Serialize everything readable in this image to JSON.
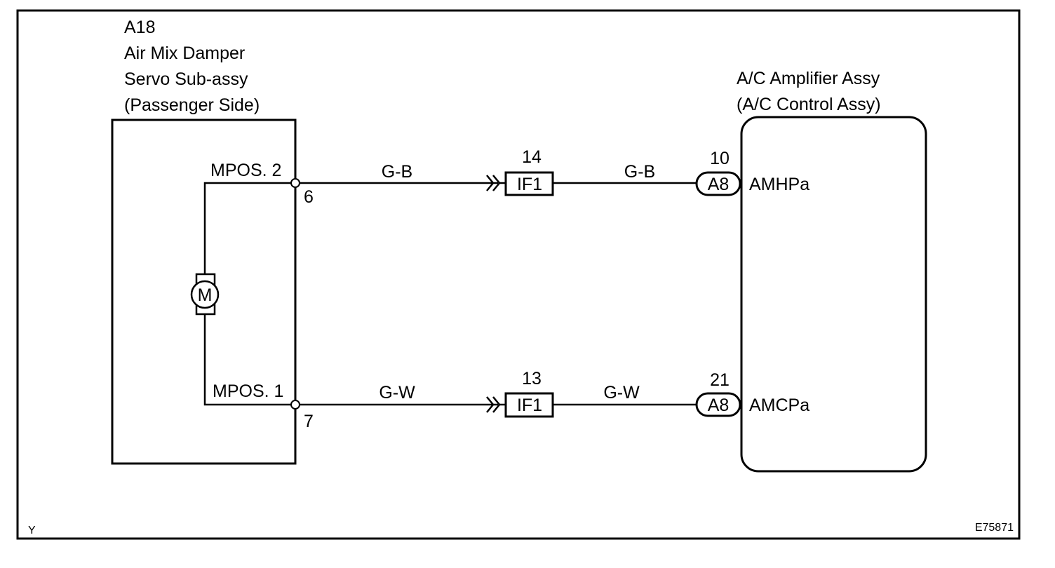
{
  "servo": {
    "code": "A18",
    "name_line1": "Air Mix Damper",
    "name_line2": "Servo Sub-assy",
    "name_line3": "(Passenger Side)",
    "motor_symbol": "M",
    "pin_mpos2_label": "MPOS. 2",
    "pin_mpos2_number": "6",
    "pin_mpos1_label": "MPOS. 1",
    "pin_mpos1_number": "7"
  },
  "amplifier": {
    "name_line1": "A/C Amplifier Assy",
    "name_line2": "(A/C Control Assy)",
    "pin_top_number": "10",
    "pin_top_connector": "A8",
    "pin_top_signal": "AMHPa",
    "pin_bottom_number": "21",
    "pin_bottom_connector": "A8",
    "pin_bottom_signal": "AMCPa"
  },
  "wires": {
    "top_left_color": "G-B",
    "top_right_color": "G-B",
    "bottom_left_color": "G-W",
    "bottom_right_color": "G-W"
  },
  "junctions": {
    "top_connector": "IF1",
    "top_pin": "14",
    "bottom_connector": "IF1",
    "bottom_pin": "13"
  },
  "footer": {
    "left_mark": "Y",
    "figure_id": "E75871"
  }
}
